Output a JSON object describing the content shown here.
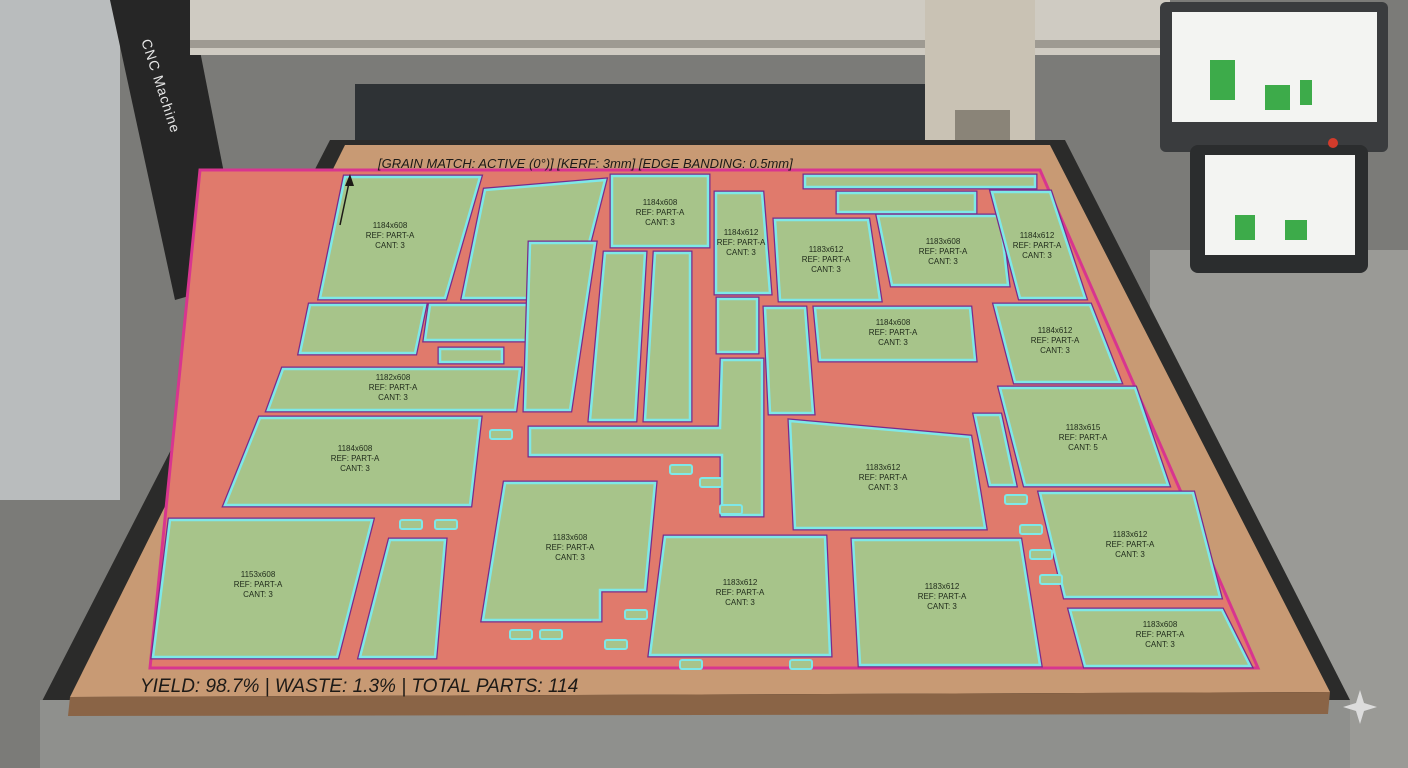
{
  "machine": {
    "label": "CNC Machine"
  },
  "header_info": "[GRAIN MATCH: ACTIVE (0°)]  [KERF: 3mm]  [EDGE BANDING: 0.5mm]",
  "stats": {
    "text": "YIELD: 98.7% | WASTE: 1.3% | TOTAL PARTS: 114",
    "yield_percent": 98.7,
    "waste_percent": 1.3,
    "total_parts": 114
  },
  "colors": {
    "board": "#c89a74",
    "waste": "#e07a6c",
    "part_fill": "#a7c48a",
    "part_edge": "#7ee8e8",
    "cut_path": "#d8358f"
  },
  "parts": [
    {
      "dims": "1184x608",
      "ref": "REF: PART-A",
      "cant": "CANT: 3"
    },
    {
      "dims": "1184x608",
      "ref": "REF: PART-A",
      "cant": "CANT: 3"
    },
    {
      "dims": "1184x612",
      "ref": "REF: PART-A",
      "cant": "CANT: 3"
    },
    {
      "dims": "1183x612",
      "ref": "REF: PART-A",
      "cant": "CANT: 3"
    },
    {
      "dims": "1183x608",
      "ref": "REF: PART-A",
      "cant": "CANT: 3"
    },
    {
      "dims": "1184x612",
      "ref": "REF: PART-A",
      "cant": "CANT: 3"
    },
    {
      "dims": "1184x608",
      "ref": "REF: PART-A",
      "cant": "CANT: 3"
    },
    {
      "dims": "1184x612",
      "ref": "REF: PART-A",
      "cant": "CANT: 3"
    },
    {
      "dims": "1182x608",
      "ref": "REF: PART-A",
      "cant": "CANT: 3"
    },
    {
      "dims": "1184x608",
      "ref": "REF: PART-A",
      "cant": "CANT: 3"
    },
    {
      "dims": "1183x615",
      "ref": "REF: PART-A",
      "cant": "CANT: 5"
    },
    {
      "dims": "1183x612",
      "ref": "REF: PART-A",
      "cant": "CANT: 3"
    },
    {
      "dims": "1153x608",
      "ref": "REF: PART-A",
      "cant": "CANT: 3"
    },
    {
      "dims": "1183x608",
      "ref": "REF: PART-A",
      "cant": "CANT: 3"
    },
    {
      "dims": "1183x612",
      "ref": "REF: PART-A",
      "cant": "CANT: 3"
    },
    {
      "dims": "1183x612",
      "ref": "REF: PART-A",
      "cant": "CANT: 3"
    },
    {
      "dims": "1183x612",
      "ref": "REF: PART-A",
      "cant": "CANT: 3"
    },
    {
      "dims": "1183x608",
      "ref": "REF: PART-A",
      "cant": "CANT: 3"
    }
  ]
}
